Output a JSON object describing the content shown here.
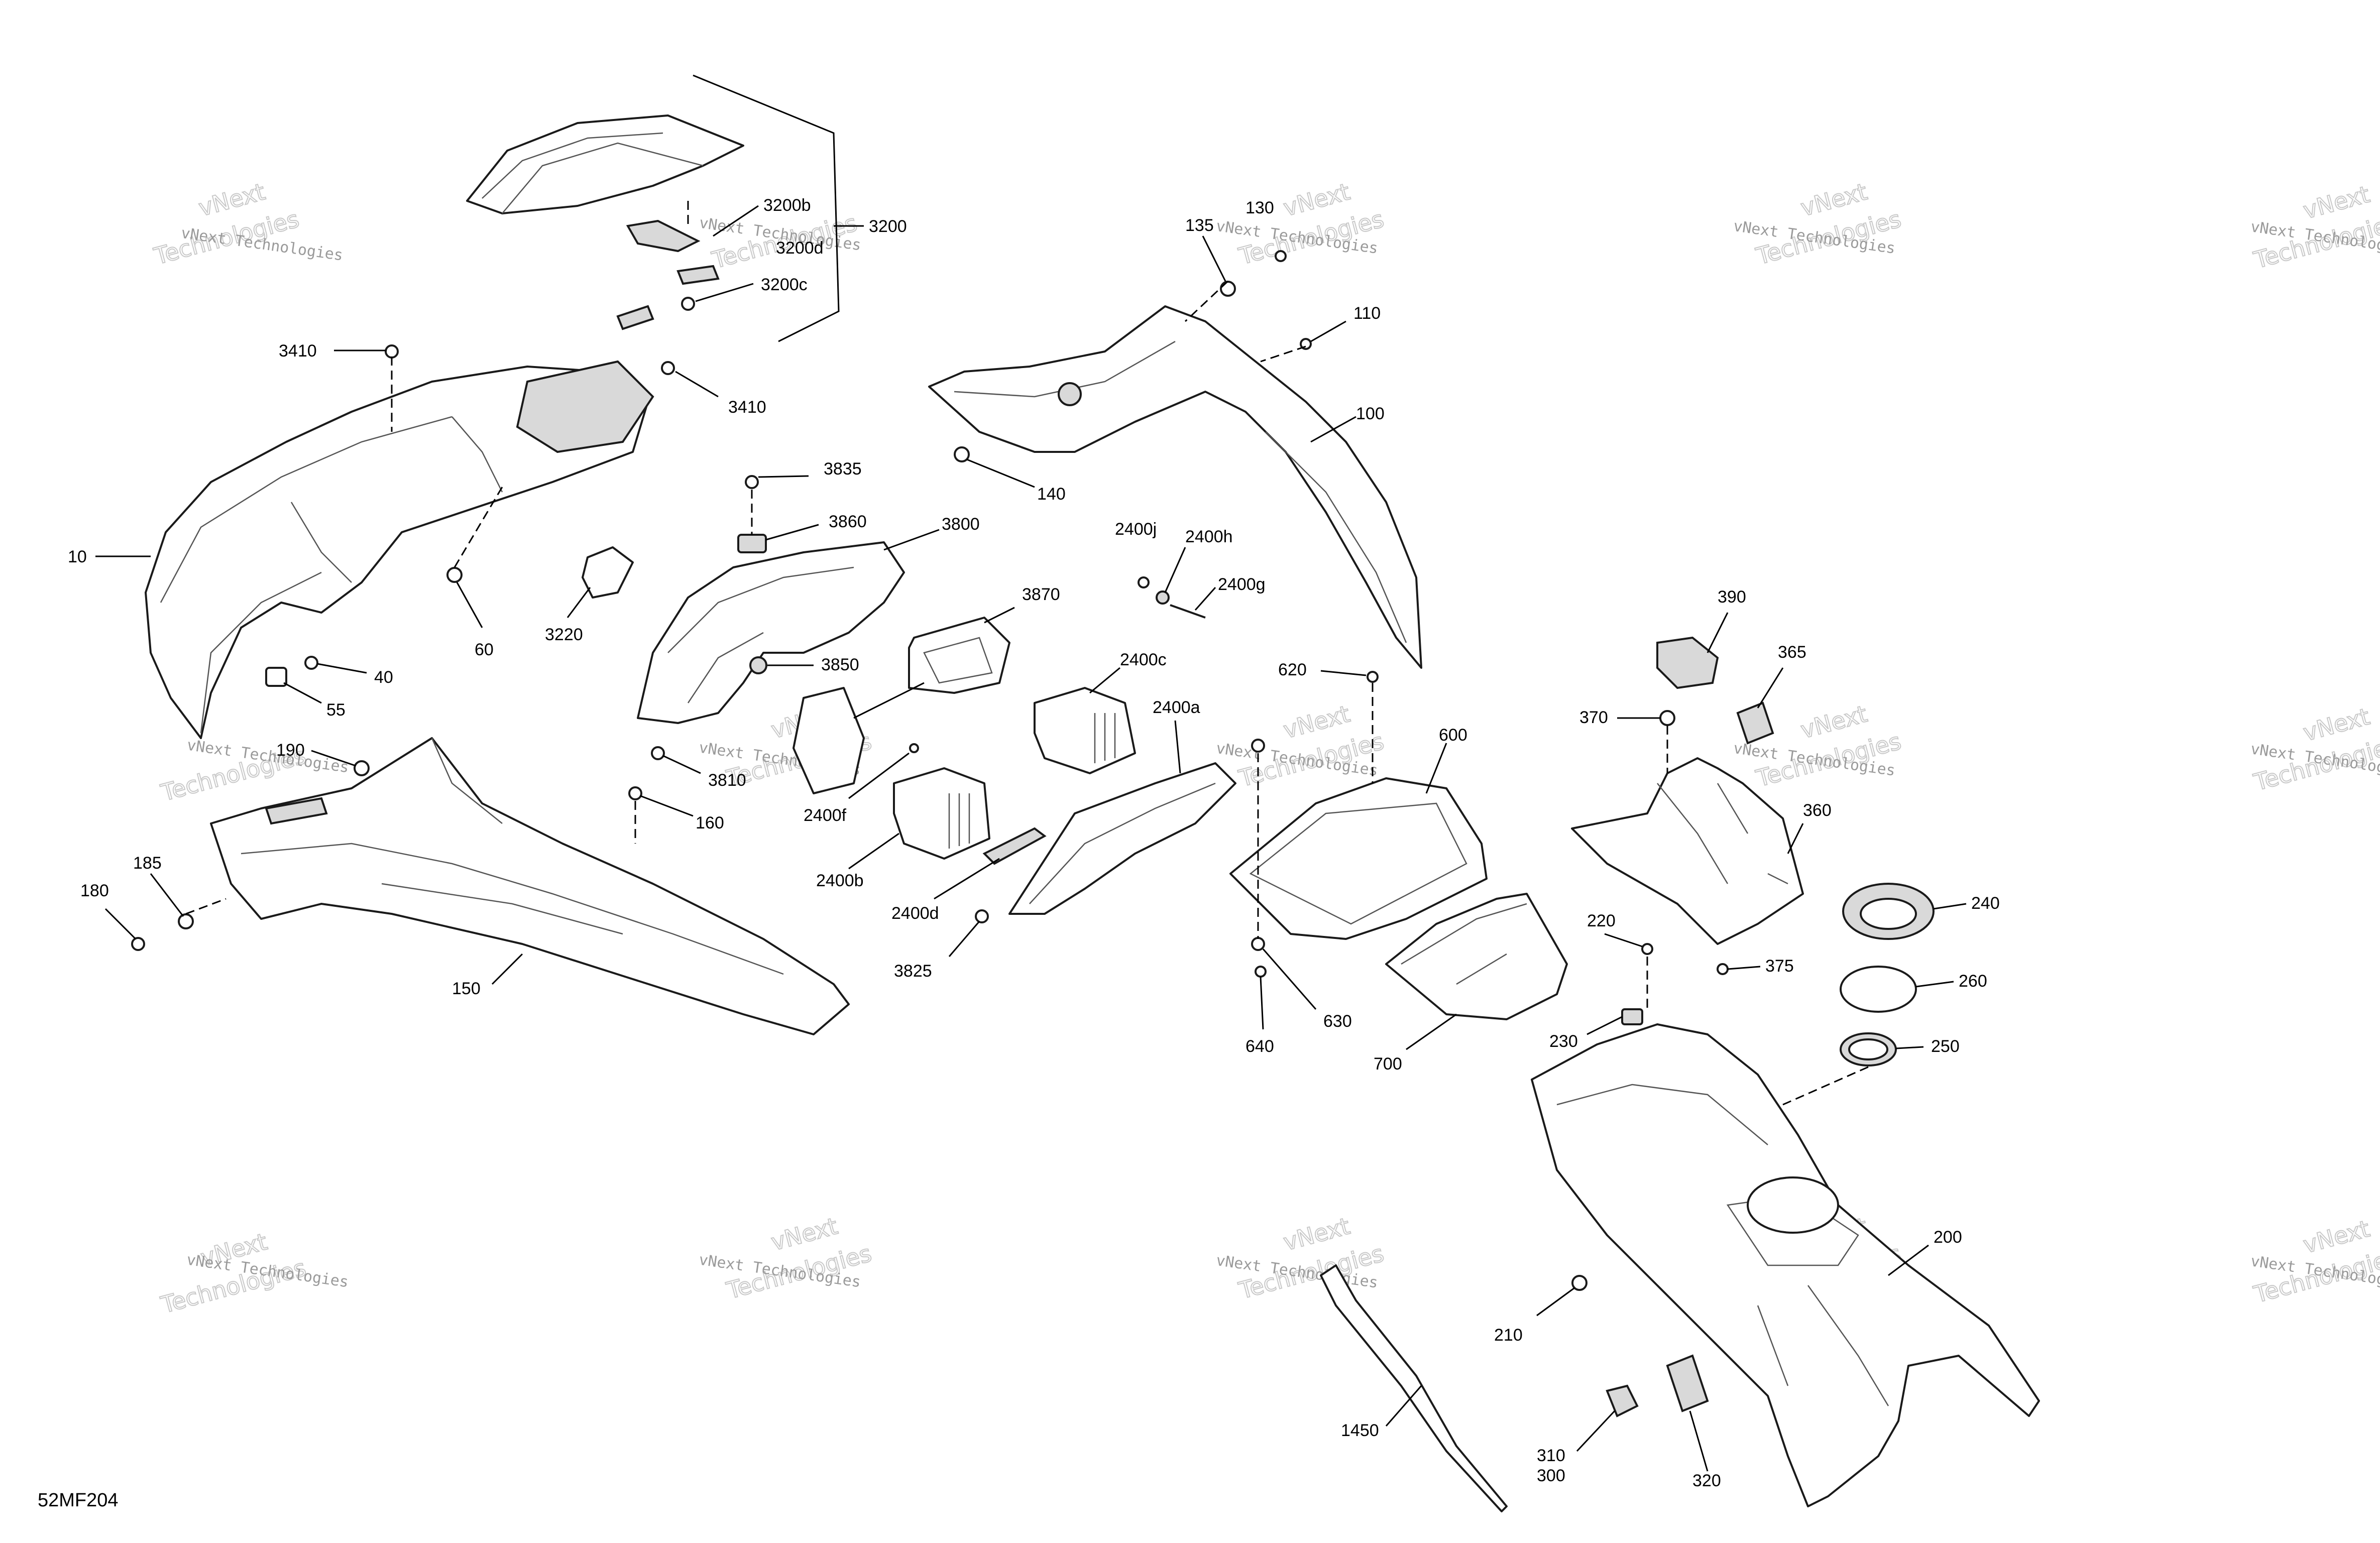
{
  "diagram_code": "52MF204",
  "watermark": {
    "line1": "vNext Technologies",
    "line2": "vNext",
    "line3": "Technologies"
  },
  "callouts": [
    "3200b",
    "3200d",
    "3200",
    "3200c",
    "3410",
    "3410",
    "10",
    "60",
    "3220",
    "40",
    "55",
    "130",
    "135",
    "110",
    "100",
    "140",
    "3835",
    "3860",
    "3800",
    "3870",
    "3850",
    "3810",
    "2400j",
    "2400h",
    "2400g",
    "2400c",
    "2400a",
    "620",
    "600",
    "390",
    "365",
    "370",
    "360",
    "240",
    "260",
    "250",
    "220",
    "375",
    "630",
    "640",
    "700",
    "230",
    "2400f",
    "2400b",
    "2400d",
    "3825",
    "190",
    "185",
    "180",
    "160",
    "150",
    "200",
    "210",
    "1450",
    "310",
    "300",
    "320"
  ]
}
